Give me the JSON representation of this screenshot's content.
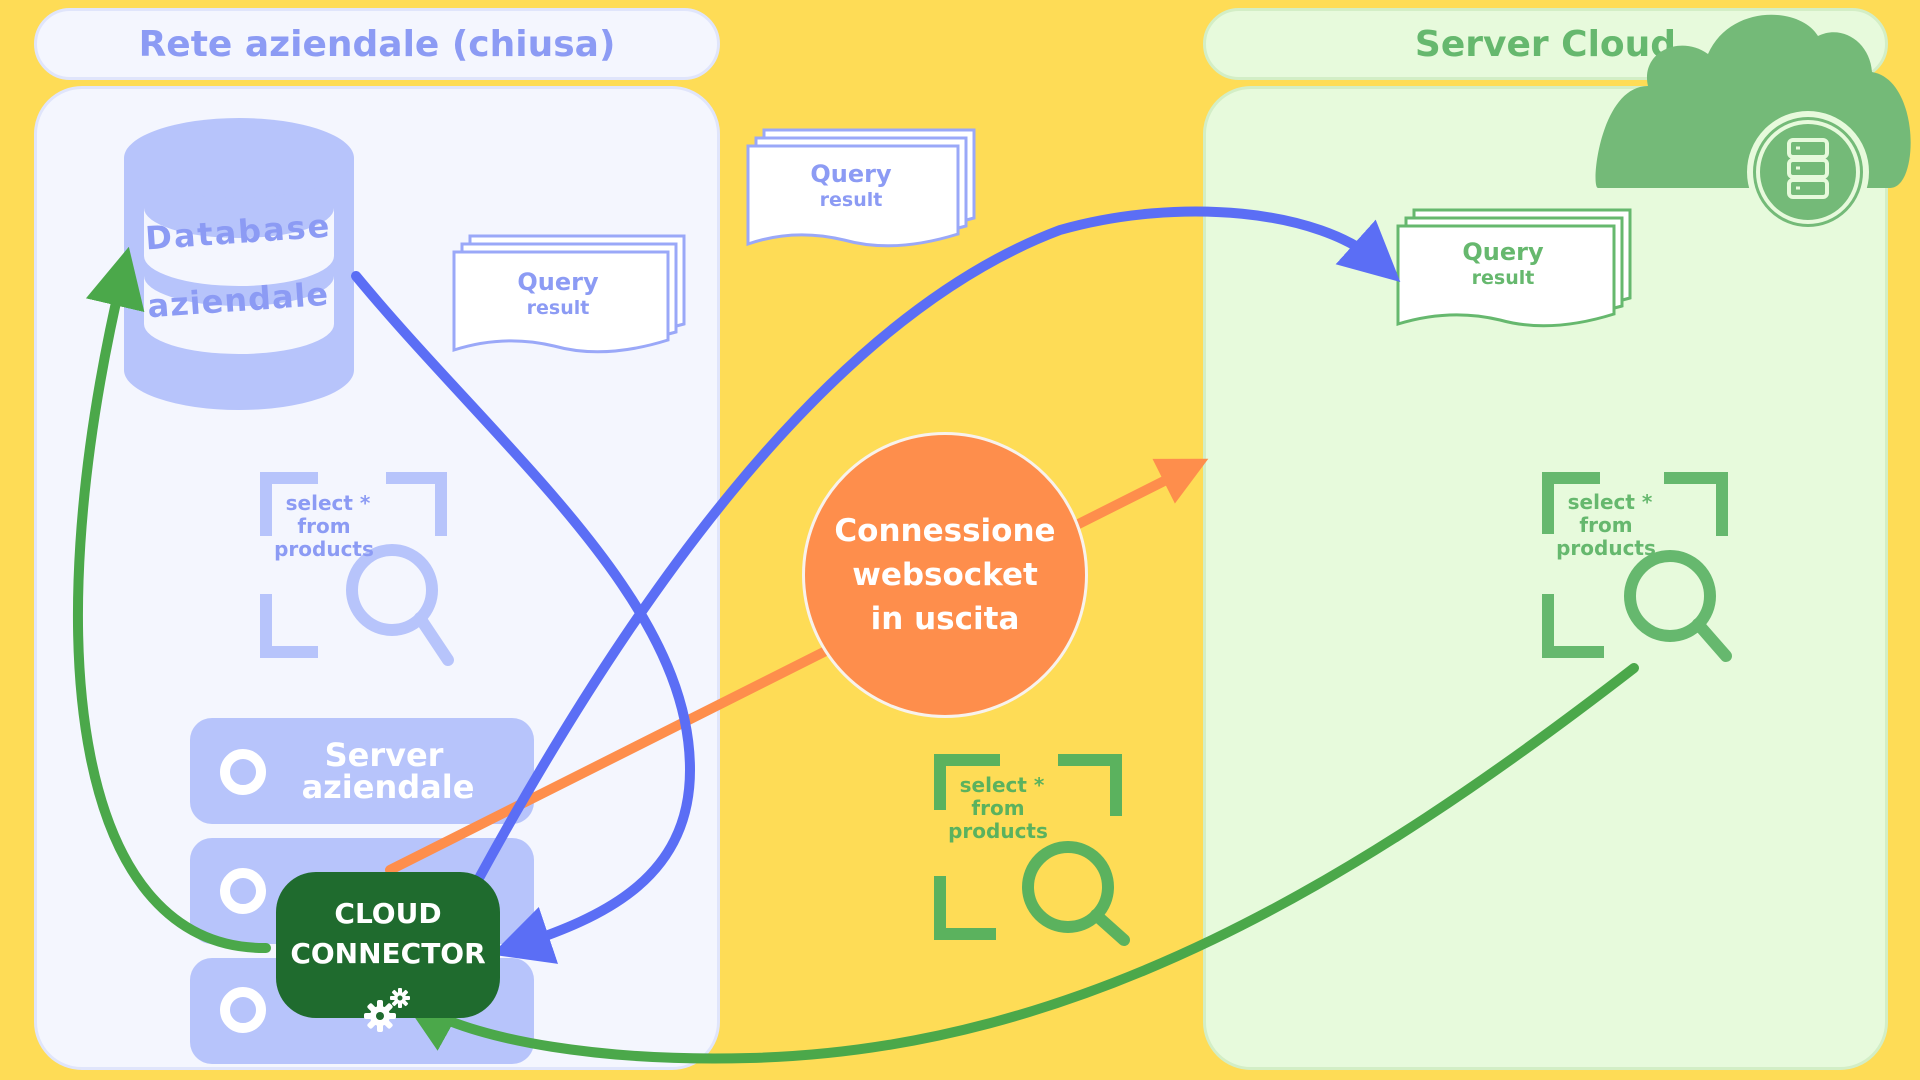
{
  "headers": {
    "left": "Rete aziendale (chiusa)",
    "right": "Server Cloud"
  },
  "database": {
    "line1": "Database",
    "line2": "aziendale"
  },
  "server": {
    "line1": "Server",
    "line2": "aziendale"
  },
  "connector": {
    "line1": "CLOUD",
    "line2": "CONNECTOR"
  },
  "websocket": {
    "line1": "Connessione",
    "line2": "websocket",
    "line3": "in uscita"
  },
  "query_result": {
    "title": "Query",
    "sub": "result"
  },
  "select_query": {
    "line1": "select *",
    "line2": "from",
    "line3": "products"
  },
  "colors": {
    "background": "#FEDC56",
    "blue_arrow": "#5B6EF5",
    "green_arrow": "#4BA84A",
    "orange_arrow": "#FE8E4C",
    "dark_green": "#1F6B2E",
    "periwinkle": "#B7C4FB",
    "cloud_green": "#74BA78"
  }
}
